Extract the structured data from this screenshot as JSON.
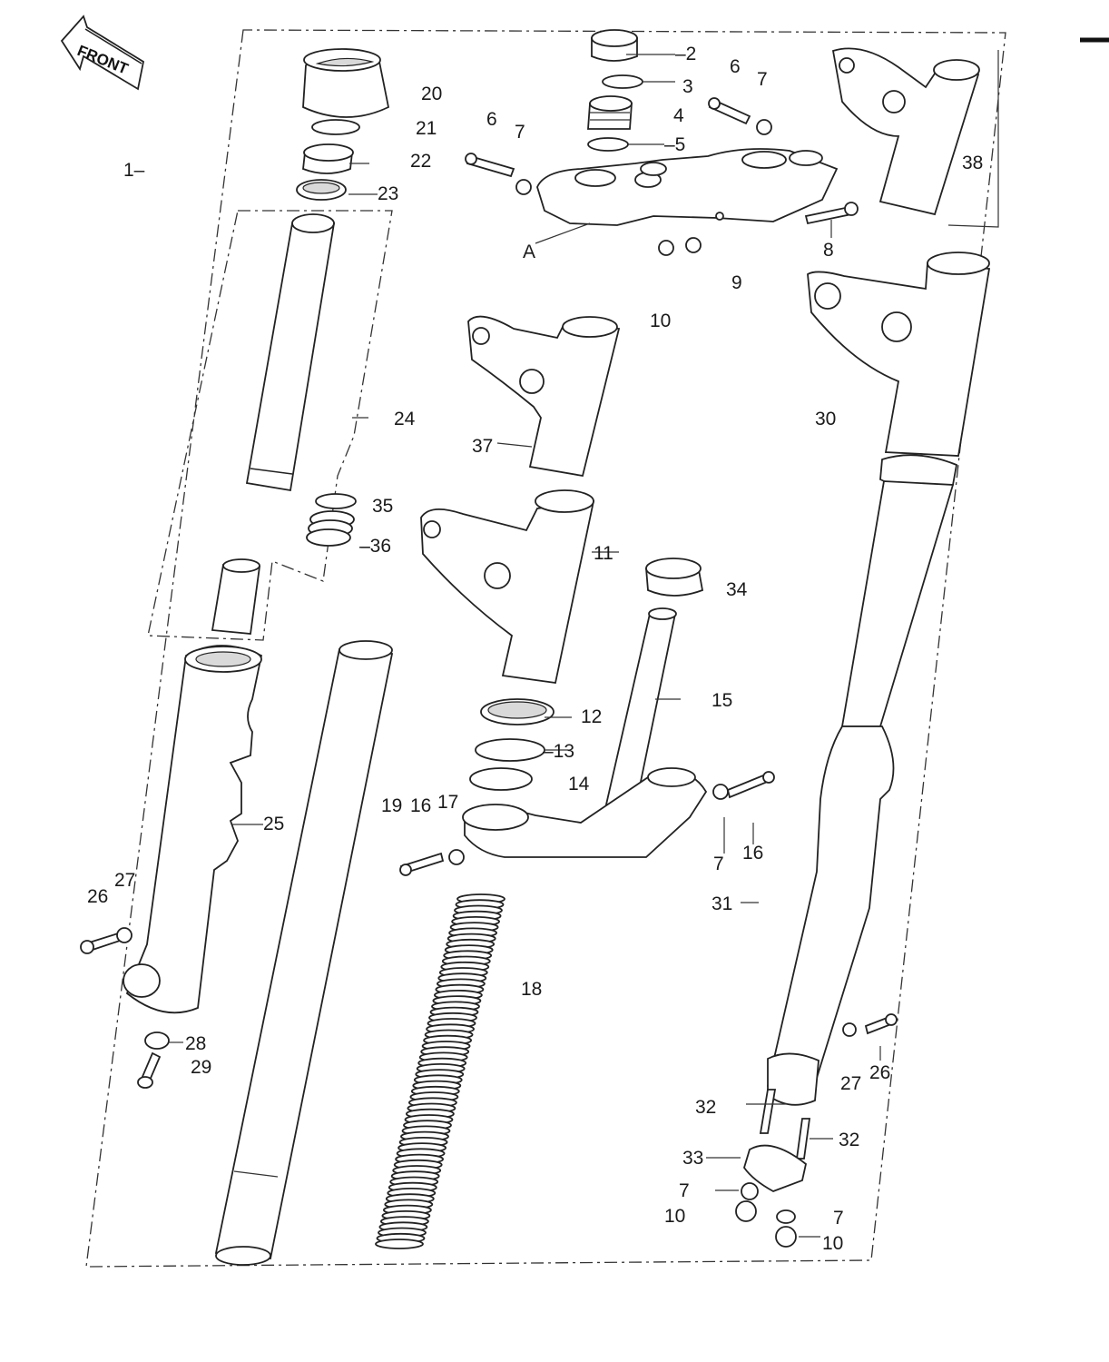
{
  "badge": {
    "text": "FRONT"
  },
  "callouts": [
    {
      "id": "1",
      "text": "1–"
    },
    {
      "id": "2",
      "text": "–2"
    },
    {
      "id": "3",
      "text": "3"
    },
    {
      "id": "4",
      "text": "4"
    },
    {
      "id": "5",
      "text": "–5"
    },
    {
      "id": "6a",
      "text": "6"
    },
    {
      "id": "7a",
      "text": "7"
    },
    {
      "id": "6b",
      "text": "6"
    },
    {
      "id": "7b",
      "text": "7"
    },
    {
      "id": "A",
      "text": "A"
    },
    {
      "id": "8",
      "text": "8"
    },
    {
      "id": "9",
      "text": "9"
    },
    {
      "id": "10a",
      "text": "10"
    },
    {
      "id": "11",
      "text": "11"
    },
    {
      "id": "12",
      "text": "12"
    },
    {
      "id": "13",
      "text": "–13"
    },
    {
      "id": "14",
      "text": "14"
    },
    {
      "id": "15",
      "text": "15"
    },
    {
      "id": "16a",
      "text": "16"
    },
    {
      "id": "17a",
      "text": "17"
    },
    {
      "id": "7c",
      "text": "7"
    },
    {
      "id": "16b",
      "text": "16"
    },
    {
      "id": "18",
      "text": "18"
    },
    {
      "id": "19",
      "text": "19"
    },
    {
      "id": "20",
      "text": "20"
    },
    {
      "id": "21",
      "text": "21"
    },
    {
      "id": "22",
      "text": "22"
    },
    {
      "id": "23",
      "text": "23"
    },
    {
      "id": "24",
      "text": "24"
    },
    {
      "id": "25",
      "text": "25"
    },
    {
      "id": "26a",
      "text": "26"
    },
    {
      "id": "27a",
      "text": "27"
    },
    {
      "id": "28",
      "text": "28"
    },
    {
      "id": "29",
      "text": "29"
    },
    {
      "id": "30",
      "text": "30"
    },
    {
      "id": "31",
      "text": "31"
    },
    {
      "id": "32a",
      "text": "32"
    },
    {
      "id": "32b",
      "text": "32"
    },
    {
      "id": "33",
      "text": "33"
    },
    {
      "id": "34",
      "text": "34"
    },
    {
      "id": "35",
      "text": "35"
    },
    {
      "id": "36",
      "text": "–36"
    },
    {
      "id": "37",
      "text": "37"
    },
    {
      "id": "38",
      "text": "38"
    },
    {
      "id": "26b",
      "text": "26"
    },
    {
      "id": "27b",
      "text": "27"
    },
    {
      "id": "7d",
      "text": "7"
    },
    {
      "id": "10b",
      "text": "10"
    },
    {
      "id": "7e",
      "text": "7"
    },
    {
      "id": "10c",
      "text": "10"
    }
  ]
}
